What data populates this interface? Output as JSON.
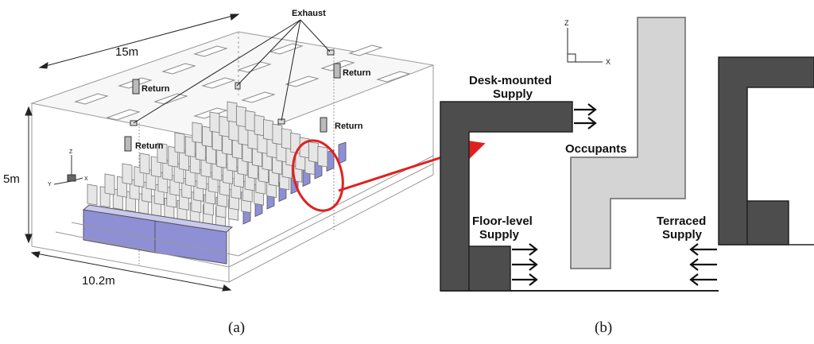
{
  "panel_a": {
    "caption": "(a)",
    "exhaust": "Exhaust",
    "return": "Return",
    "dim_width": "15m",
    "dim_height": "5m",
    "dim_depth": "10.2m",
    "axis_z": "Z",
    "axis_y": "Y",
    "axis_x": "X"
  },
  "panel_b": {
    "caption": "(b)",
    "desk_supply_1": "Desk-mounted",
    "desk_supply_2": "Supply",
    "occupants": "Occupants",
    "floor_supply_1": "Floor-level",
    "floor_supply_2": "Supply",
    "terraced_supply_1": "Terraced",
    "terraced_supply_2": "Supply",
    "axis_z": "Z",
    "axis_x": "X"
  },
  "colors": {
    "seat_blue": "#8f8fd6",
    "desk_dark": "#4d4d4d",
    "occupant_gray": "#d4d4d4",
    "highlight_red": "#e02020"
  }
}
